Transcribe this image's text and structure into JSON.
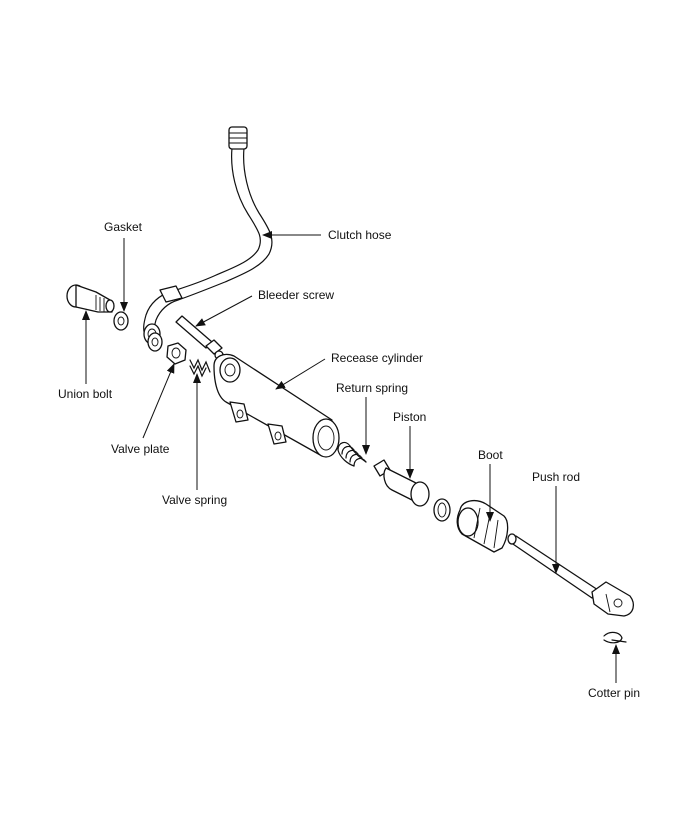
{
  "labels": {
    "clutch_hose": "Clutch hose",
    "gasket": "Gasket",
    "bleeder_screw": "Bleeder screw",
    "release_cylinder": "Recease cylinder",
    "union_bolt": "Union bolt",
    "return_spring": "Return spring",
    "piston": "Piston",
    "valve_plate": "Valve plate",
    "boot": "Boot",
    "push_rod": "Push rod",
    "valve_spring": "Valve spring",
    "cotter_pin": "Cotter pin"
  }
}
